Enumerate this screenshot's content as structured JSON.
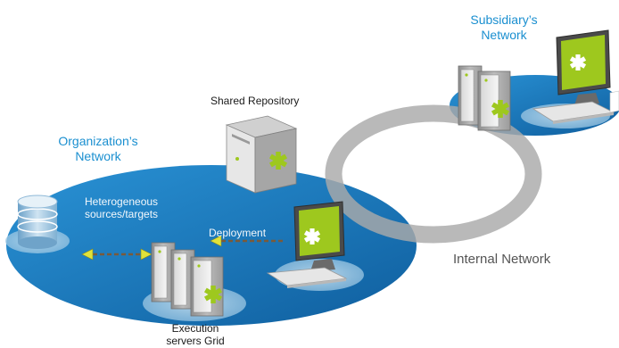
{
  "labels": {
    "subsidiary_network": [
      "Subsidiary’s",
      "Network"
    ],
    "shared_repository": "Shared Repository",
    "organization_network": [
      "Organization’s",
      "Network"
    ],
    "heterogeneous": [
      "Heterogeneous",
      "sources/targets"
    ],
    "deployment": "Deployment",
    "internal_network": "Internal Network",
    "execution_grid": [
      "Execution",
      "servers Grid"
    ]
  },
  "colors": {
    "network_blue": "#1876b8",
    "label_blue": "#1a8fd0",
    "ring_gray": "#a9a9a9",
    "accent_green": "#9ec81e",
    "arrow_yellow": "#e0e23a"
  },
  "icons": [
    "database-icon",
    "server-icon",
    "workstation-icon",
    "grid-servers-icon"
  ]
}
